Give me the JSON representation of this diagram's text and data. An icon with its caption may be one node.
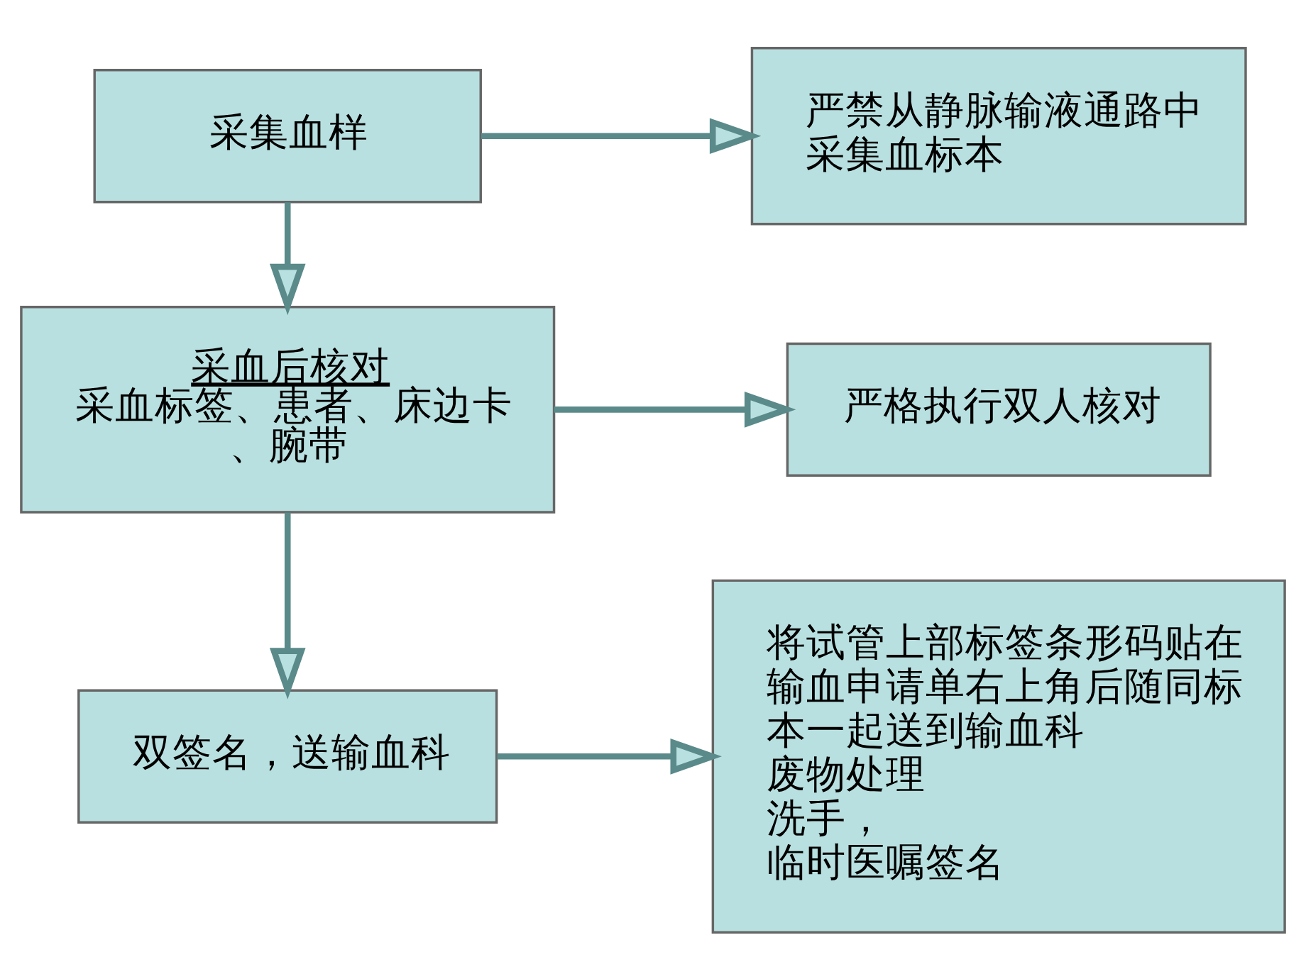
{
  "diagram": {
    "nodes": [
      {
        "text": [
          "采集血样"
        ]
      },
      {
        "text": [
          "严禁从静脉输液通路中采集血标本"
        ]
      },
      {
        "text": [
          "采血后核对",
          "采血标签、患者、床边卡、腕带"
        ]
      },
      {
        "text": [
          "严格执行双人核对"
        ]
      },
      {
        "text": [
          "双签名，送输血科"
        ]
      },
      {
        "text": [
          "将试管上部标签条形码贴在输血申请单右上角后随同标本一起送到输血科",
          "废物处理",
          "洗手，",
          "临时医嘱签名"
        ]
      }
    ],
    "edges": [
      {
        "from": 0,
        "to": 1,
        "arrow": "to"
      },
      {
        "from": 0,
        "to": 2,
        "arrow": "to"
      },
      {
        "from": 2,
        "to": 3,
        "arrow": "to"
      },
      {
        "from": 2,
        "to": 4,
        "arrow": "to"
      },
      {
        "from": 4,
        "to": 5,
        "arrow": "to"
      }
    ]
  }
}
